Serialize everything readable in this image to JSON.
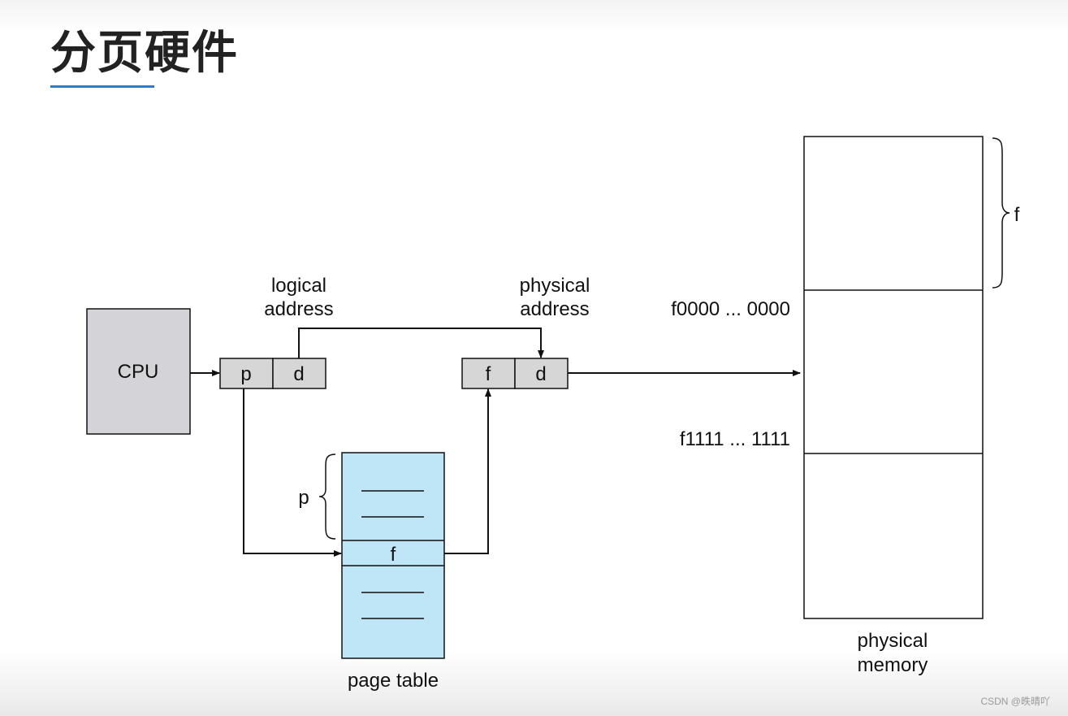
{
  "title": "分页硬件",
  "colors": {
    "title_underline": "#2f7bc9",
    "cpu_fill": "#d4d4d8",
    "register_fill": "#d6d6d6",
    "page_table_fill": "#bfe6f7",
    "line": "#111111"
  },
  "cpu": {
    "label": "CPU"
  },
  "logical_address": {
    "caption_line1": "logical",
    "caption_line2": "address",
    "field_page": "p",
    "field_offset": "d"
  },
  "physical_address": {
    "caption_line1": "physical",
    "caption_line2": "address",
    "field_frame": "f",
    "field_offset": "d"
  },
  "page_table": {
    "caption": "page table",
    "entry_label": "f",
    "brace_label": "p"
  },
  "physical_memory": {
    "caption_line1": "physical",
    "caption_line2": "memory",
    "frame_start_label": "f0000 ... 0000",
    "frame_end_label": "f1111 ... 1111",
    "brace_label": "f"
  },
  "watermark": "CSDN @昳晴吖"
}
